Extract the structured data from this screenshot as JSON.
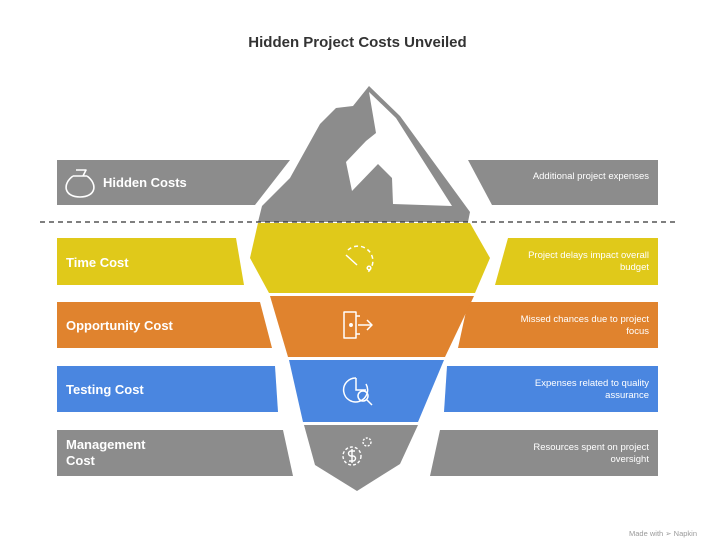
{
  "title": "Hidden Project Costs Unveiled",
  "colors": {
    "gray": "#8c8c8c",
    "yellow": "#e0c91a",
    "orange": "#e0832e",
    "blue": "#4a86e0",
    "white": "#ffffff"
  },
  "rows": [
    {
      "label": "Hidden Costs",
      "description": "Additional project expenses",
      "color": "#8c8c8c",
      "icon": "money-bag-icon"
    },
    {
      "label": "Time Cost",
      "description": "Project delays impact overall budget",
      "color": "#e0c91a",
      "icon": "timer-icon"
    },
    {
      "label": "Opportunity Cost",
      "description": "Missed chances due to project focus",
      "color": "#e0832e",
      "icon": "exit-door-icon"
    },
    {
      "label": "Testing Cost",
      "description": "Expenses related to quality assurance",
      "color": "#4a86e0",
      "icon": "chart-search-icon"
    },
    {
      "label": "Management Cost",
      "description": "Resources spent on project oversight",
      "color": "#8c8c8c",
      "icon": "dollar-gear-icon"
    }
  ],
  "footer": "Made with ➢ Napkin"
}
